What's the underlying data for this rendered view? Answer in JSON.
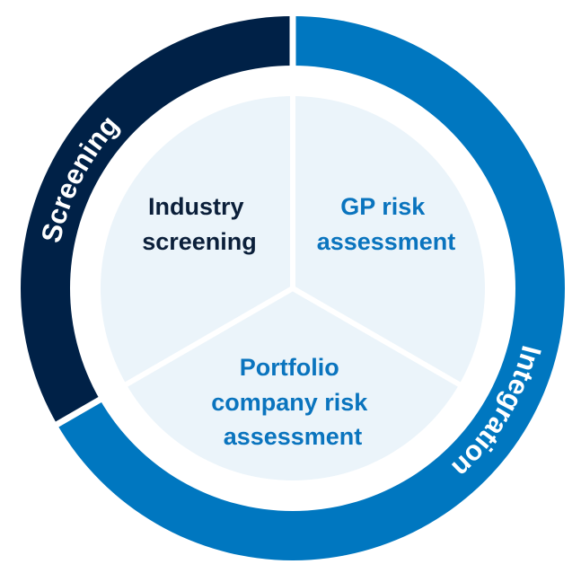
{
  "colors": {
    "screening_ring": "#002147",
    "integration_ring": "#0077C0",
    "pie_fill": "#EBF4FA",
    "dark_text": "#0B1F3A",
    "blue_text": "#0A74BE",
    "ring_text": "#FFFFFF"
  },
  "ring": [
    {
      "label": "Screening",
      "from_deg": 240,
      "to_deg": 360
    },
    {
      "label": "Integration",
      "from_deg": 0,
      "to_deg": 240
    }
  ],
  "segments": [
    {
      "lines": [
        "Industry",
        "screening"
      ]
    },
    {
      "lines": [
        "GP risk",
        "assessment"
      ]
    },
    {
      "lines": [
        "Portfolio",
        "company risk",
        "assessment"
      ]
    }
  ]
}
